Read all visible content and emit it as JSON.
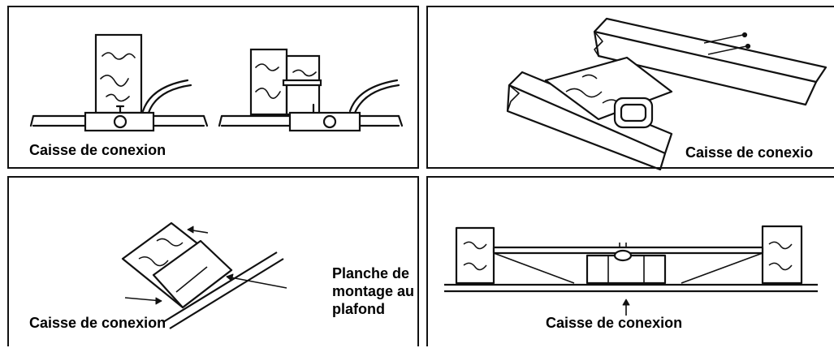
{
  "panels": {
    "top_left": {
      "label": "Caisse de conexion"
    },
    "top_right": {
      "label": "Caisse de conexio"
    },
    "bottom_left": {
      "label": "Caisse de conexion",
      "side_label": "Planche de montage au plafond"
    },
    "bottom_right": {
      "label": "Caisse de conexion"
    }
  }
}
